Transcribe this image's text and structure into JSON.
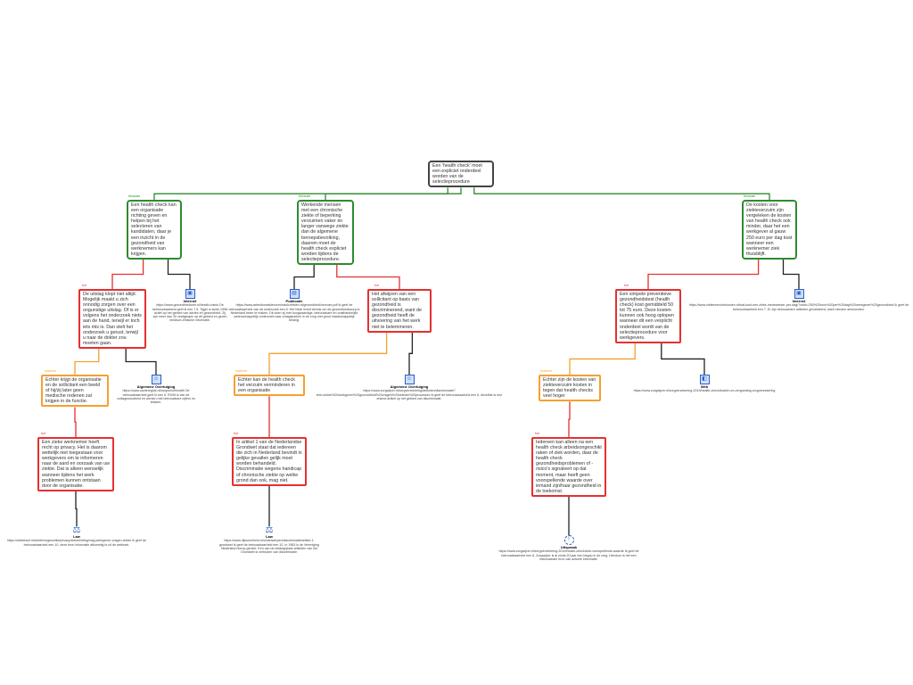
{
  "colors": {
    "support": "#2e8b2e",
    "objection": "#e53030",
    "rebuttal": "#f5a030",
    "root": "#444444"
  },
  "labels": {
    "because": "because",
    "but": "but",
    "however": "however"
  },
  "root": "Een 'health check' moet een expliciet onderdeel worden van de selectieprocedure",
  "reasons": [
    "Een health check kan een organisatie richting geven en helpen bij het selecteren van kandidaten, daar je een inzicht in de gezondheid van werknemers kan krijgen.",
    "Werkende mensen met een chronische ziekte of beperking verzuimen vaker én langer vanwege ziekte dan de algemene beroepsbevolking, daarom moet de health check expliciet worden tijdens de selectieprocedure.",
    "De kosten voor ziekteverzuim zijn vergeleken de kosten van health check ook minder, daar het een werkgever al gauw 250 euro per dag kost wanneer een werknemer ziek thuisblijft."
  ],
  "objections": [
    "De uitslag klopt niet altijd. Mogelijk maakt u zich onnodig zorgen over een ongunstige uitslag. Of is er volgens het onderzoek niets aan de hand, terwijl er toch iets mis is. Dan stelt het onderzoek u gerust, terwijl u naar de dokter zou moeten gaan.",
    "Het afwijzen van een sollicitant op basis van gezondheid is discriminerend, want de gezondheid heeft de uitvoering van het werk niet te belemmeren.",
    "Een simpele preventieve gezondheidstest (health check) kost gemiddeld 50 tot 75 euro. Deze kosten kunnen ook hoog oplopen wanneer dit een verplicht onderdeel wordt van de selectieprocedure voor werkgevers."
  ],
  "rebuttals": [
    "Echter krijgt de organisatie en de sollicitant een beeld of hij/zij later geen medische redenen zal krijgen in de functie.",
    "Echter kan de health check het verzuim verminderen in een organisatie",
    "Echter zijn de kosten van ziekteverzuim kosten in tegen dat health checks veel hoger"
  ],
  "counters": [
    "Een zieke werknemer heeft recht op privacy. Het is daarom wettelijk niet toegestaan voor werkgevers om te informeren naar de aard en oorzaak van uw ziekte. Dat is alleen wenselijk wanneer tijdens het werk problemen kunnen ontstaan door de organisatie.",
    "In artikel 1 van de Nederlandse Grondwet staat dat iedereen die zich in Nederland bevindt in gelijke gevallen gelijk moet worden behandeld. Discriminatie wegens handicap of chronische ziekte op welke grond dan ook, mag niet.",
    "Iedereen kan alleen na een health check arbeidsongeschikt raken of ziek worden, daar de health check gezondheidsproblemen of -risico's signaleert op dat moment, maar heeft geen voorspellende waarde over iemand zijn/haar gezondheid in de toekomst."
  ],
  "sources": [
    {
      "type": "Internet",
      "text": "https://www.gezondheidsnet.nl/health-check De betrouwbaarheid geef ik een 7,5. Tijger is sinds 1998 actief op het gebied van advies en gezondheid. Zij zijn meer dan 25 vestigingen op dit gebied en geven medisch-ethische informatie."
    },
    {
      "type": "Algemene Overtuiging",
      "text": "https://www.carrieregids.nl/zorgverlof/health De betrouwbaarheid geef ik een 6. RIVM is van de volksgezondheid en werken met betrouwbare cijfers en teksten."
    },
    {
      "type": "Law",
      "text": "https://ziektewet.nl/ziekte/ongeschikt/privacy/ziekmelding/mag-werkgever-vragen-ziekte Ik geef de betrouwbaarheid een 10, deze bron informatie afkomstig is uit de wetboek."
    },
    {
      "type": "Publicatie",
      "text": "https://www.arbeidsmarktenchronischziekten.nl/gezondheid/verzuim.pdf Ik geef de betrouwbaarheid van dit onderzoek een 8. Het Nivel levert kennis om de gezondheidszorg in Nederland beter te maken. Dit doen zij met hoogwaardige, betrouwbare en onafhankelijke wetenschappelijk onderzoek naar vraagstukken in de zorg met groot maatschappelijk belang."
    },
    {
      "type": "Algemene Overtuiging",
      "text": "https://www.zorgwijzer.nl/zorgverzekering/artikelen/discriminatie?text=ziekte%20werkgever%20gezondheid%20vragen%20selectie%20procedure Ik geef de betrouwbaarheid een 6, dezelfde is een erkend artikel op het gebied van discriminatie."
    },
    {
      "type": "Law",
      "text": "https://www.rijksoverheid.nl/onderwerpen/discriminatie/artikel-1-grondwet Ik geef de betrouwbaarheid een 10. In 1983 is de Vereniging Nederland hierop gericht. Een van de belangrijkste artikelen van het Grondwet is verboden van discriminatie."
    },
    {
      "type": "Internet",
      "text": "https://www.ziekteverzuimkosten.nl/wat-kost-een-zieke-medewerker-per-dag/?zoek=250%20euro%20per%20dag%20werkgever%20gezondheid Ik geef de betrouwbaarheid een 7. Er zijn betrouwbare artikelen gevalideerd, want mensen antwoorden."
    },
    {
      "type": "Web",
      "text": "https://www.zorgwijzer.nl/zorgverzekering-2019/health-check/kosten-en-vergoeding-zorgverzekering"
    },
    {
      "type": "Uitspraak",
      "text": "https://www.zorgwijzer.nl/zorgverzekering-2019/health-check/ziek-voorspellende-waarde Ik geef de betrouwbaarheid een 8. Zorgwijzer is al sinds 20 jaar een begrip in de zorg. Hierdoor is het een betrouwbare bron van actuele informatie."
    }
  ]
}
